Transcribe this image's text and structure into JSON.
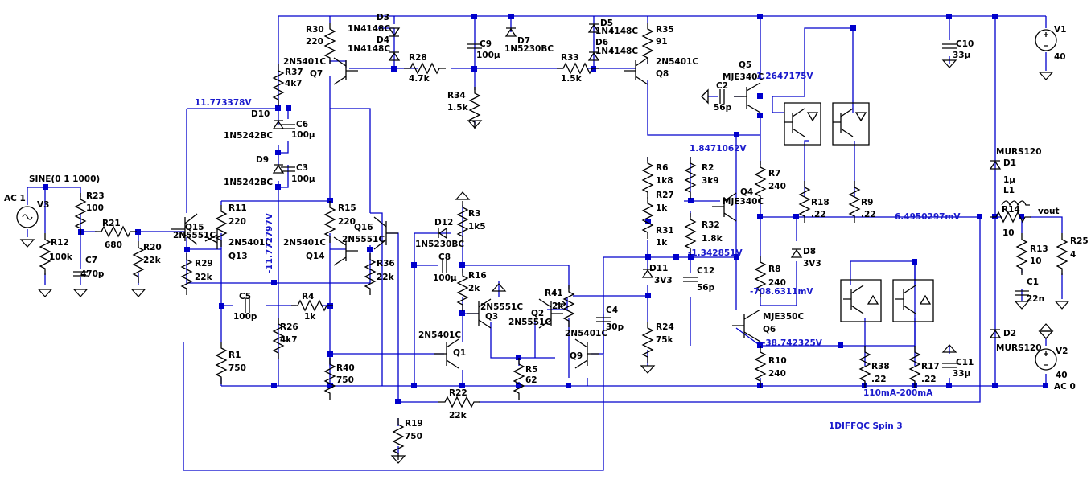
{
  "title": "1DIFFQC Spin 3",
  "labels": {
    "source_ac": "AC 1",
    "source_sine": "SINE(0 1 1000)",
    "v3": "V3",
    "r23": "R23",
    "r23v": "100",
    "r12": "R12",
    "r12v": "100k",
    "r21": "R21",
    "r21v": "680",
    "c7": "C7",
    "c7v": "470p",
    "r20": "R20",
    "r20v": "22k",
    "q15": "Q15",
    "q15t": "2N5551C",
    "r29": "R29",
    "r29v": "22k",
    "r11": "R11",
    "r11v": "220",
    "q13": "Q13",
    "q13t": "2N5401C",
    "q14": "Q14",
    "q14t": "2N5401C",
    "q16": "Q16",
    "q16t": "2N5551C",
    "r15": "R15",
    "r15v": "220",
    "r36": "R36",
    "r36v": "22k",
    "r30": "R30",
    "r30v": "220",
    "d3": "D3",
    "d3t": "1N4148C",
    "d4": "D4",
    "d4t": "1N4148C",
    "q7": "Q7",
    "q7t": "2N5401C",
    "r37": "R37",
    "r37v": "4k7",
    "r28": "R28",
    "r28v": "4.7k",
    "c9": "C9",
    "c9v": "100µ",
    "d7": "D7",
    "d7t": "1N5230BC",
    "r34": "R34",
    "r34v": "1.5k",
    "r33": "R33",
    "r33v": "1.5k",
    "d5": "D5",
    "d5t": "1N4148C",
    "d6": "D6",
    "d6t": "1N4148C",
    "r35": "R35",
    "r35v": "91",
    "q8": "Q8",
    "q8t": "2N5401C",
    "d10": "D10",
    "d10t": "1N5242BC",
    "c6": "C6",
    "c6v": "100µ",
    "d9": "D9",
    "d9t": "1N5242BC",
    "c3": "C3",
    "c3v": "100µ",
    "c5": "C5",
    "c5v": "100p",
    "r4": "R4",
    "r4v": "1k",
    "r26": "R26",
    "r26v": "4k7",
    "r1": "R1",
    "r1v": "750",
    "r40": "R40",
    "r40v": "750",
    "r19": "R19",
    "r19v": "750",
    "r22": "R22",
    "r22v": "22k",
    "d12": "D12",
    "d12t": "1N5230BC",
    "r3": "R3",
    "r3v": "1k5",
    "c8": "C8",
    "c8v": "100µ",
    "r16": "R16",
    "r16v": "2k",
    "q1": "Q1",
    "q1t": "2N5401C",
    "q3": "Q3",
    "q3t": "2N5551C",
    "q2": "Q2",
    "q2t": "2N5551C",
    "r41": "R41",
    "r41v": "2k",
    "r5": "R5",
    "r5v": "62",
    "c4": "C4",
    "c4v": "30p",
    "q9": "Q9",
    "q9t": "2N5401C",
    "r6": "R6",
    "r6v": "1k8",
    "r27": "R27",
    "r27v": "1k",
    "r31": "R31",
    "r31v": "1k",
    "d11": "D11",
    "d11t": "3V3",
    "r24": "R24",
    "r24v": "75k",
    "r2": "R2",
    "r2v": "3k9",
    "r32": "R32",
    "r32v": "1.8k",
    "c12": "C12",
    "c12v": "56p",
    "c2": "C2",
    "c2v": "56p",
    "q5": "Q5",
    "q5t": "MJE340C",
    "q4": "Q4",
    "q4t": "MJE340C",
    "q6": "Q6",
    "q6t": "MJE350C",
    "r7": "R7",
    "r7v": "240",
    "r8": "R8",
    "r8v": "240",
    "r10": "R10",
    "r10v": "240",
    "d8": "D8",
    "d8t": "3V3",
    "r18": "R18",
    "r18v": ".22",
    "r9": "R9",
    "r9v": ".22",
    "r38": "R38",
    "r38v": ".22",
    "r17": "R17",
    "r17v": ".22",
    "c10": "C10",
    "c10v": "33µ",
    "c11": "C11",
    "c11v": "33µ",
    "v1": "V1",
    "v1v": "40",
    "v2": "V2",
    "v2v": "40",
    "v2ac": "AC 0",
    "d1": "D1",
    "d1t": "MURS120",
    "d2": "D2",
    "d2t": "MURS120",
    "l1": "L1",
    "l1v": "1µ",
    "r14": "R14",
    "r14v": "10",
    "r13": "R13",
    "r13v": "10",
    "c1": "C1",
    "c1v": "22n",
    "r25": "R25",
    "r25v": "4",
    "vout": "vout",
    "bias_note": "110mA-200mA"
  },
  "voltages": {
    "v_a": "11.773378V",
    "v_b": "-11.772797V",
    "v_c": "1.2647175V",
    "v_d": "1.8471062V",
    "v_e": "-1.342851V",
    "v_f": "6.4950297mV",
    "v_g": "-708.6311mV",
    "v_h": "-38.742325V"
  },
  "colors": {
    "wire": "#0000cc",
    "component": "#000000",
    "voltage": "#1a1acc"
  }
}
